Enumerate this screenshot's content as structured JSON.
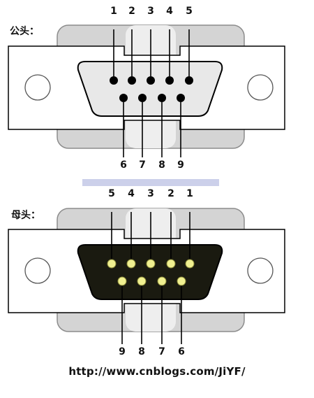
{
  "male": {
    "label": "公头：",
    "top_pins": [
      "1",
      "2",
      "3",
      "4",
      "5"
    ],
    "bottom_pins": [
      "6",
      "7",
      "8",
      "9"
    ]
  },
  "female": {
    "label": "母头：",
    "top_pins": [
      "5",
      "4",
      "3",
      "2",
      "1"
    ],
    "bottom_pins": [
      "9",
      "8",
      "7",
      "6"
    ]
  },
  "footer": {
    "url": "http://www.cnblogs.com/JiYF/"
  },
  "colors": {
    "outline": "#000000",
    "body_fill": "#ffffff",
    "shell_gray": "#d4d4d4",
    "shell_light": "#eeeeee",
    "male_face": "#e8e8e8",
    "male_pin": "#000000",
    "female_face": "#1a1a10",
    "female_pin": "#f0f090",
    "divider": "#ccd0ea"
  }
}
